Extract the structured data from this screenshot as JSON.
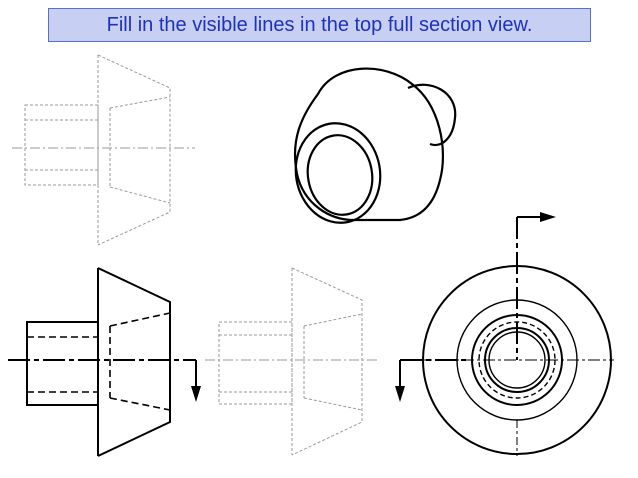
{
  "instruction": {
    "text": "Fill in the visible lines in the top full section view."
  },
  "colors": {
    "title_text": "#1f33b8",
    "title_bg": "#c7cff3",
    "title_border": "#5b6ecf",
    "ink": "#000000",
    "faint_ink": "#9a9a9a"
  },
  "views": [
    "top-section-view-blank",
    "isometric-pictorial",
    "front-view",
    "side-view-blank",
    "right-circular-view"
  ]
}
